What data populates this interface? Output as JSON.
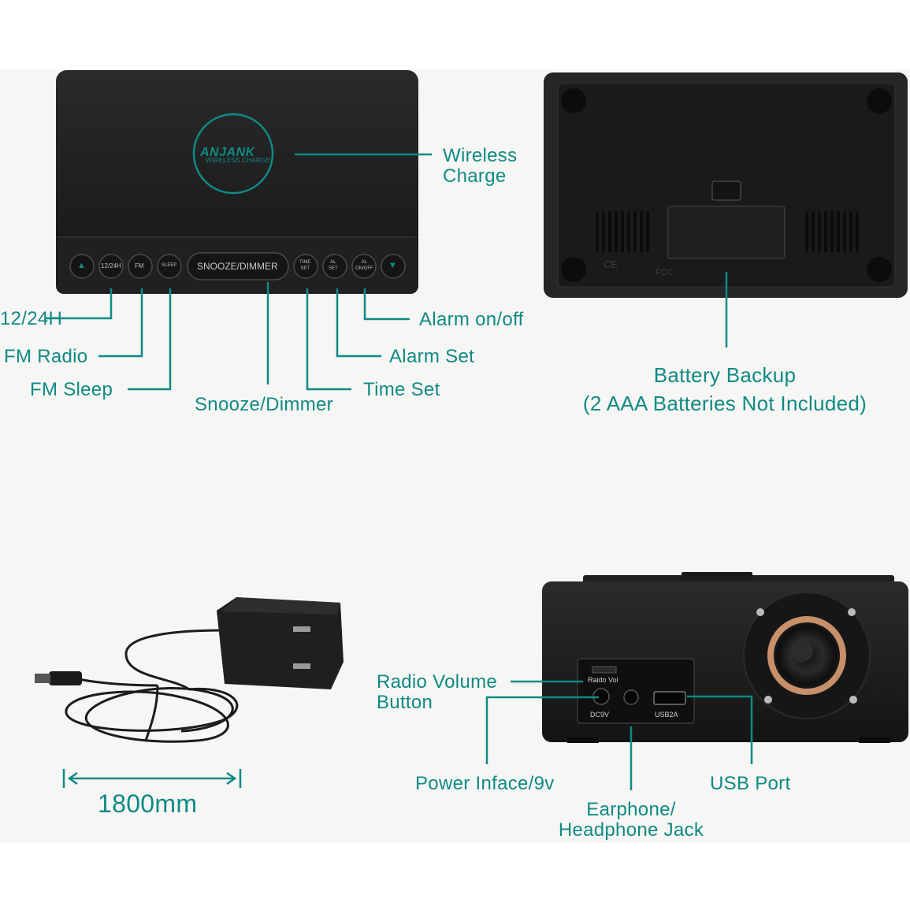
{
  "colors": {
    "accent": "#0f8a84",
    "device": "#1b1b1b",
    "background": "#f6f6f4"
  },
  "front": {
    "brand": "ANJANK",
    "brand_sub": "WIRELESS CHARGE",
    "buttons": {
      "up": "▲",
      "h1224": "12/24H",
      "radio": "FM",
      "sleep": "SLEEP",
      "snooze": "SNOOZE/DIMMER",
      "time_set": [
        "TIME",
        "SET"
      ],
      "al_set": [
        "AL",
        "SET"
      ],
      "al_onoff": [
        "AL",
        "ON/OFF"
      ],
      "down": "▼"
    }
  },
  "labels": {
    "wireless_charge": [
      "Wireless",
      "Charge"
    ],
    "h1224": "12/24H",
    "fm_radio": "FM Radio",
    "fm_sleep": "FM Sleep",
    "snooze": "Snooze/Dimmer",
    "time_set": "Time Set",
    "alarm_set": "Alarm Set",
    "alarm_onoff": "Alarm on/off",
    "battery_backup": [
      "Battery Backup",
      "(2 AAA Batteries Not Included)"
    ],
    "cable_length": "1800mm",
    "radio_volume": [
      "Radio Volume",
      "Button"
    ],
    "power": "Power Inface/9v",
    "earphone": [
      "Earphone/",
      "Headphone Jack"
    ],
    "usb": "USB Port"
  },
  "back": {
    "ce": "CE",
    "fcc": "FCC"
  },
  "side_panel": {
    "radio_vol": "Raido Vol",
    "dc": "DC9V",
    "usb": "USB2A"
  }
}
